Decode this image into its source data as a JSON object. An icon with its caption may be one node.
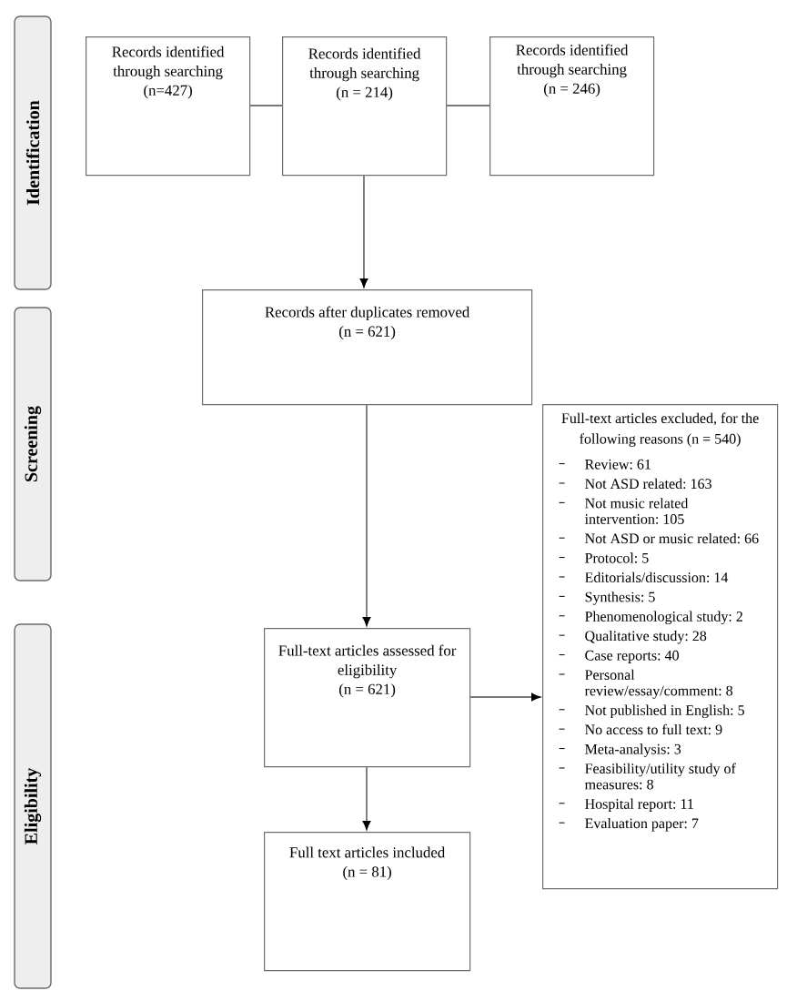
{
  "diagram": {
    "nodes": [
      {
        "text": [
          "Identification"
        ]
      },
      {
        "text": [
          "Records identified through searching",
          "(n=427)"
        ]
      },
      {
        "text": [
          "Records identified through searching",
          "(n = 214)"
        ]
      },
      {
        "text": [
          "Records identified through searching",
          "(n = 246)"
        ]
      },
      {
        "text": [
          "Screening"
        ]
      },
      {
        "text": [
          "Records after duplicates removed",
          "(n = 621)"
        ]
      },
      {
        "text": [
          "Eligibility"
        ]
      },
      {
        "text": [
          "Full-text articles excluded, for the following reasons (n = 540)",
          "Review: 61",
          "Not ASD related: 163",
          "Not music related intervention: 105",
          "Not ASD or music related: 66",
          "Protocol: 5",
          "Editorials/discussion: 14",
          "Synthesis: 5",
          "Phenomenological study: 2",
          "Qualitative study: 28",
          "Case reports: 40",
          "Personal review/essay/comment: 8",
          "Not published in English: 5",
          "No access to full text: 9",
          "Meta-analysis: 3",
          "Feasibility/utility study of measures: 8",
          "Hospital report: 11",
          "Evaluation paper: 7"
        ]
      },
      {
        "text": [
          "Full-text articles assessed for eligibility",
          "(n = 621)"
        ]
      },
      {
        "text": [
          "Full text articles included",
          "(n = 81)"
        ]
      }
    ],
    "edges": [
      {
        "from": 1,
        "to": 2,
        "arrow": "none"
      },
      {
        "from": 3,
        "to": 2,
        "arrow": "none"
      },
      {
        "from": 2,
        "to": 5,
        "arrow": "to"
      },
      {
        "from": 5,
        "to": 8,
        "arrow": "to"
      },
      {
        "from": 8,
        "to": 7,
        "arrow": "to"
      },
      {
        "from": 8,
        "to": 9,
        "arrow": "to"
      }
    ]
  }
}
